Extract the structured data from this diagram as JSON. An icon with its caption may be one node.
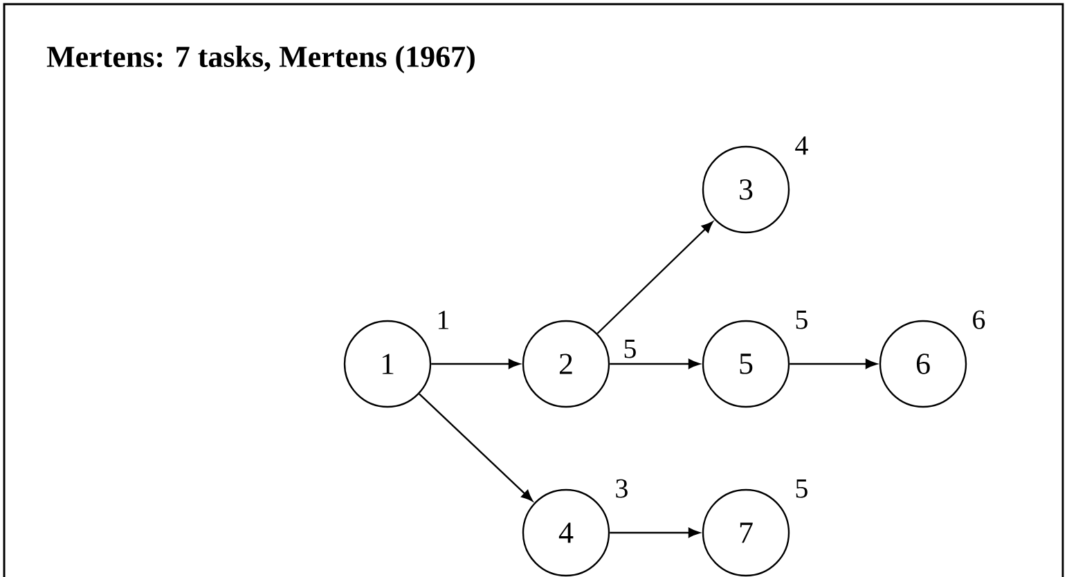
{
  "diagram": {
    "title": "Mertens: 7 tasks, Mertens (1967)",
    "nodes": [
      {
        "text": [
          "1"
        ],
        "beside": [
          "1"
        ]
      },
      {
        "text": [
          "2"
        ],
        "beside": [
          "5"
        ]
      },
      {
        "text": [
          "3"
        ],
        "beside": [
          "4"
        ]
      },
      {
        "text": [
          "5"
        ],
        "beside": [
          "5"
        ]
      },
      {
        "text": [
          "6"
        ],
        "beside": [
          "6"
        ]
      },
      {
        "text": [
          "4"
        ],
        "beside": [
          "3"
        ]
      },
      {
        "text": [
          "7"
        ],
        "beside": [
          "5"
        ]
      }
    ],
    "edges": [
      {
        "from": 0,
        "to": 1,
        "arrow": "to"
      },
      {
        "from": 1,
        "to": 2,
        "arrow": "to"
      },
      {
        "from": 1,
        "to": 3,
        "arrow": "to"
      },
      {
        "from": 3,
        "to": 4,
        "arrow": "to"
      },
      {
        "from": 0,
        "to": 5,
        "arrow": "to"
      },
      {
        "from": 5,
        "to": 6,
        "arrow": "to"
      }
    ]
  }
}
